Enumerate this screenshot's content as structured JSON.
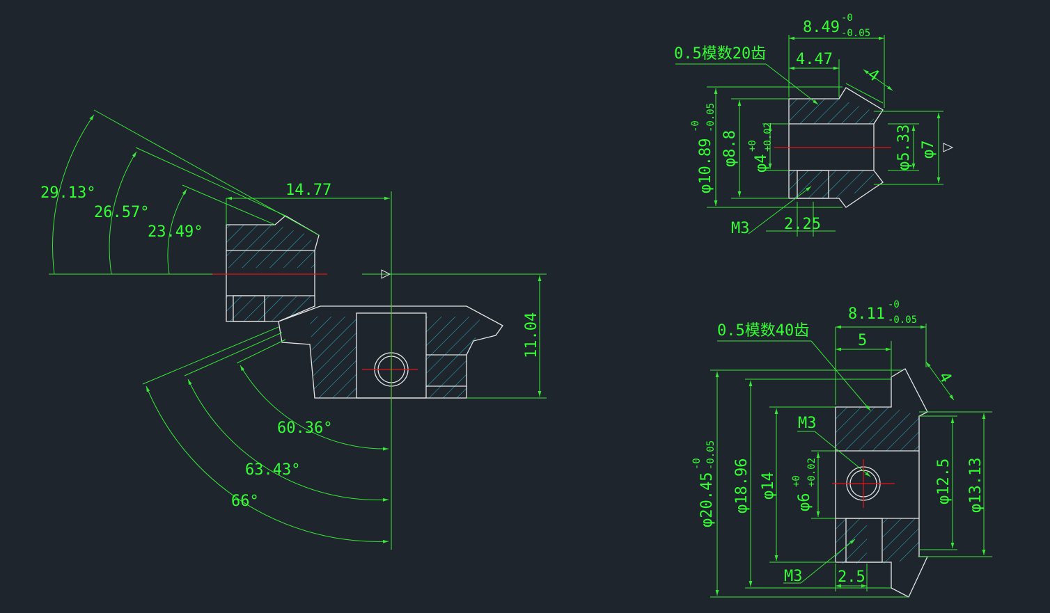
{
  "gear_pair": {
    "angles": [
      "29.13°",
      "26.57°",
      "23.49°",
      "60.36°",
      "63.43°",
      "66°"
    ],
    "length": "14.77",
    "height": "11.04"
  },
  "pinion": {
    "spec": "0.5模数20齿",
    "width": "8.49",
    "width_tol_upper": "-0",
    "width_tol_lower": "-0.05",
    "hub": "4.47",
    "face": "4",
    "od": "φ10.89",
    "od_tol_upper": "-0",
    "od_tol_lower": "-0.05",
    "d1": "φ8.8",
    "bore": "φ4",
    "bore_tol_upper": "+0",
    "bore_tol_lower": "+0.02",
    "d2": "φ5.33",
    "d3": "φ7",
    "screw": "M3",
    "screw_pos": "2.25"
  },
  "gear": {
    "spec": "0.5模数40齿",
    "width": "8.11",
    "width_tol_upper": "-0",
    "width_tol_lower": "-0.05",
    "hub": "5",
    "face": "4",
    "od": "φ20.45",
    "od_tol_upper": "-0",
    "od_tol_lower": "-0.05",
    "d1": "φ18.96",
    "d2": "φ14",
    "bore": "φ6",
    "bore_tol_upper": "+0",
    "bore_tol_lower": "+0.02",
    "d3": "φ12.5",
    "d4": "φ13.13",
    "screw_top": "M3",
    "screw_bottom": "M3",
    "screw_pos": "2.5"
  }
}
